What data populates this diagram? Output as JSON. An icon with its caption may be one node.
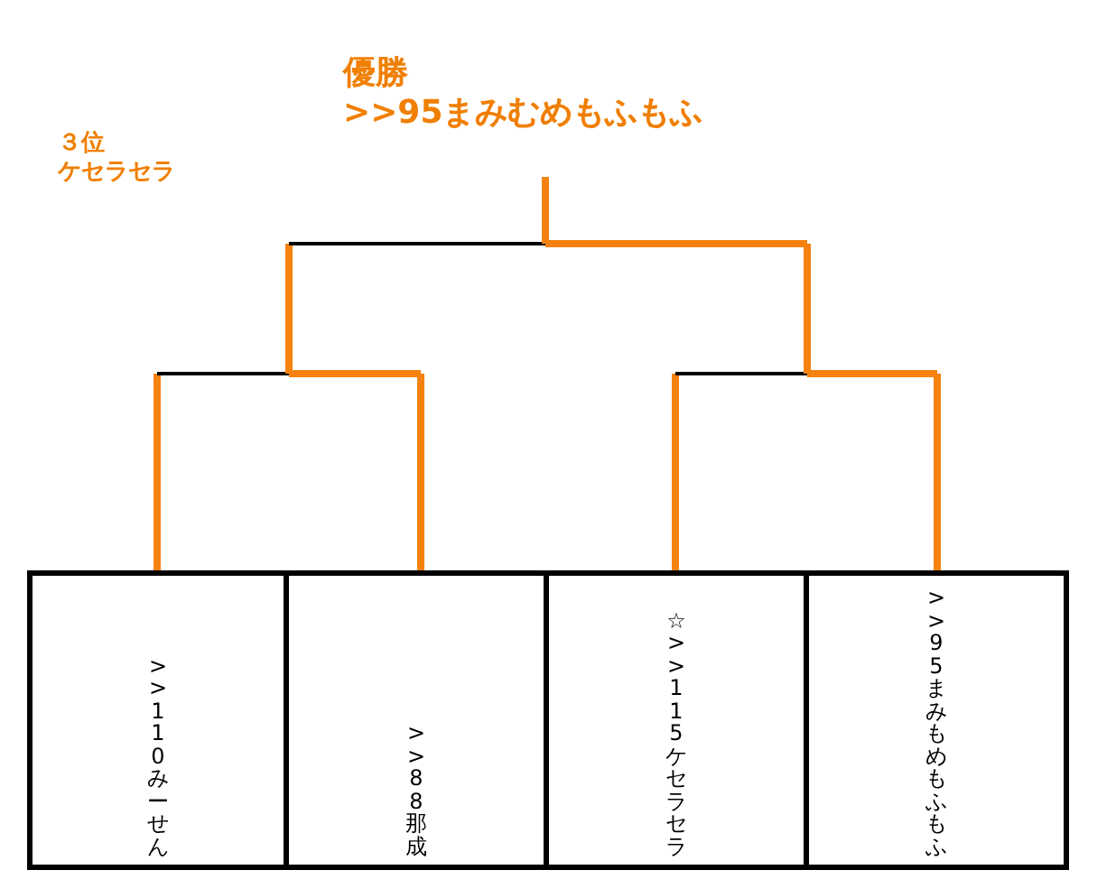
{
  "diagram": {
    "nodes": [
      {
        "text": [
          "優勝",
          ">>95まみむめもふもふ"
        ]
      },
      {
        "text": [
          ">>110みーせん"
        ]
      },
      {
        "text": [
          ">>88那成"
        ]
      },
      {
        "text": [
          "☆>>115ケセラセラ"
        ]
      },
      {
        "text": [
          ">>95まみもめもふもふ"
        ]
      }
    ],
    "edges": [
      {
        "from": 1,
        "to": 0,
        "arrow": "none"
      },
      {
        "from": 2,
        "to": 0,
        "arrow": "none"
      },
      {
        "from": 3,
        "to": 0,
        "arrow": "none",
        "style": "thick",
        "color": "#f5820f"
      },
      {
        "from": 4,
        "to": 0,
        "arrow": "none",
        "style": "thick",
        "color": "#f5820f"
      }
    ],
    "labels": [
      "３位",
      "ケセラセラ"
    ]
  }
}
